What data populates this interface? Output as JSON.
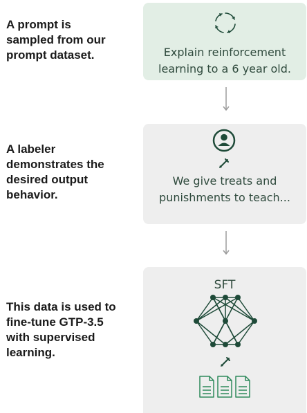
{
  "steps": [
    {
      "description": "A prompt is\nsampled from our\nprompt dataset.",
      "box_text": "Explain reinforcement\nlearning to a 6 year old.",
      "icon": "cycle-arrows-icon"
    },
    {
      "description": "A labeler\ndemonstrates the\ndesired output\nbehavior.",
      "box_text": "We give treats and\npunishments to teach...",
      "icons": [
        "person-icon",
        "pencil-icon"
      ]
    },
    {
      "description": "This data is used to\nfine-tune GTP-3.5\nwith supervised\nlearning.",
      "box_title": "SFT",
      "icons": [
        "neural-network-icon",
        "pencil-icon",
        "documents-icon"
      ]
    }
  ],
  "colors": {
    "prompt_box": "#e2eee5",
    "step_box": "#eeeeee",
    "icon_dark": "#1e4a38",
    "text": "#1a1a1a",
    "connector": "#9a9a9a"
  }
}
